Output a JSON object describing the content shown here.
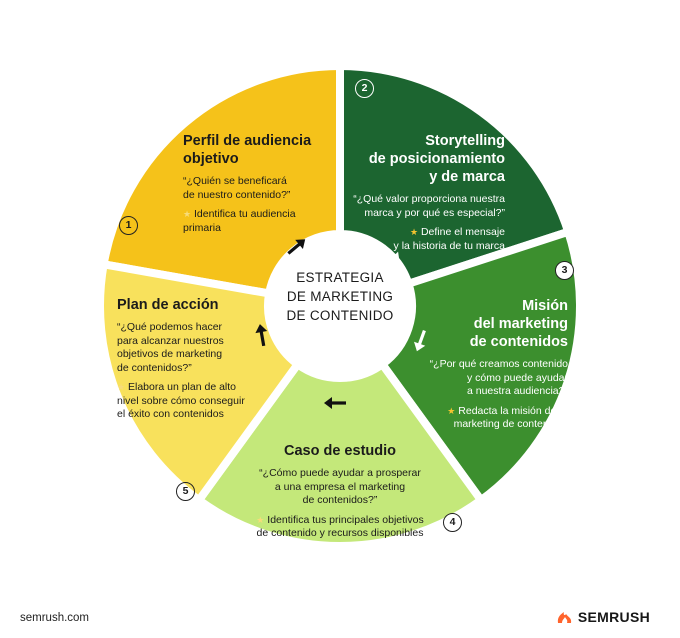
{
  "center": {
    "title": "ESTRATEGIA\nDE MARKETING\nDE CONTENIDO"
  },
  "steps": [
    {
      "number": "1",
      "title": "Perfil de audiencia\nobjetivo",
      "question": "“¿Quién se beneficará\nde nuestro contenido?”",
      "action": "Identifica tu audiencia\nprimaria",
      "color": "#F5C21A"
    },
    {
      "number": "2",
      "title": "Storytelling\nde posicionamiento\ny de marca",
      "question": "“¿Qué valor proporciona nuestra\nmarca y por qué es especial?”",
      "action": "Define el mensaje\ny la historia de tu marca",
      "color": "#1C6530"
    },
    {
      "number": "3",
      "title": "Misión\ndel marketing\nde contenidos",
      "question": "“¿Por qué creamos contenido\ny cómo puede ayudar\na nuestra audiencia?”",
      "action": "Redacta la misión de tu\nmarketing de contenidos",
      "color": "#3C8F2E"
    },
    {
      "number": "4",
      "title": "Caso de estudio",
      "question": "“¿Cómo puede ayudar a prosperar\na una empresa el marketing\nde contenidos?”",
      "action": "Identifica tus principales objetivos\nde contenido y recursos disponibles",
      "color": "#C4E87A"
    },
    {
      "number": "5",
      "title": "Plan de acción",
      "question": "“¿Qué podemos hacer\npara alcanzar nuestros\nobjetivos de marketing\nde contenidos?”",
      "action": "Elabora un plan de alto\nnivel sobre cómo conseguir\nel éxito con contenidos",
      "color": "#F8E15C"
    }
  ],
  "icons": {
    "action": "star-icon",
    "flow": "arrow-icon",
    "brand": "semrush-flame-icon"
  },
  "footer": {
    "site": "semrush.com",
    "brand": "SEMRUSH",
    "brand_color": "#FF642D"
  }
}
